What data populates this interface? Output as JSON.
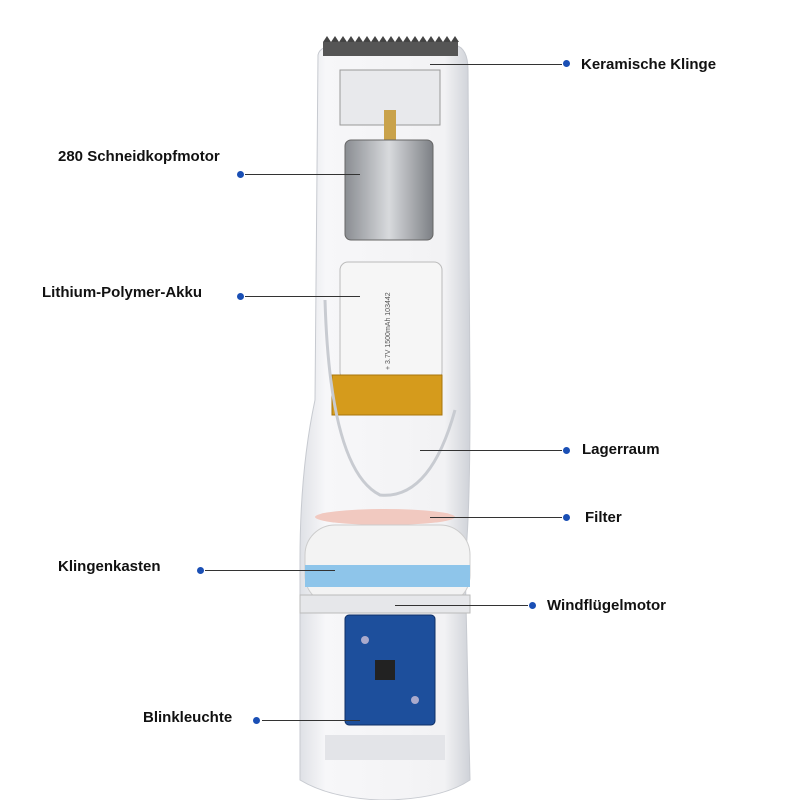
{
  "labels": {
    "ceramic_blade": "Keramische Klinge",
    "cutter_motor": "280 Schneidkopfmotor",
    "battery": "Lithium-Polymer-Akku",
    "storage": "Lagerraum",
    "filter": "Filter",
    "blade_box": "Klingenkasten",
    "fan_motor": "Windflügelmotor",
    "indicator_light": "Blinkleuchte"
  },
  "colors": {
    "dot": "#1a4fb5",
    "line": "#333333",
    "accent_band": "#8ec5ea"
  }
}
